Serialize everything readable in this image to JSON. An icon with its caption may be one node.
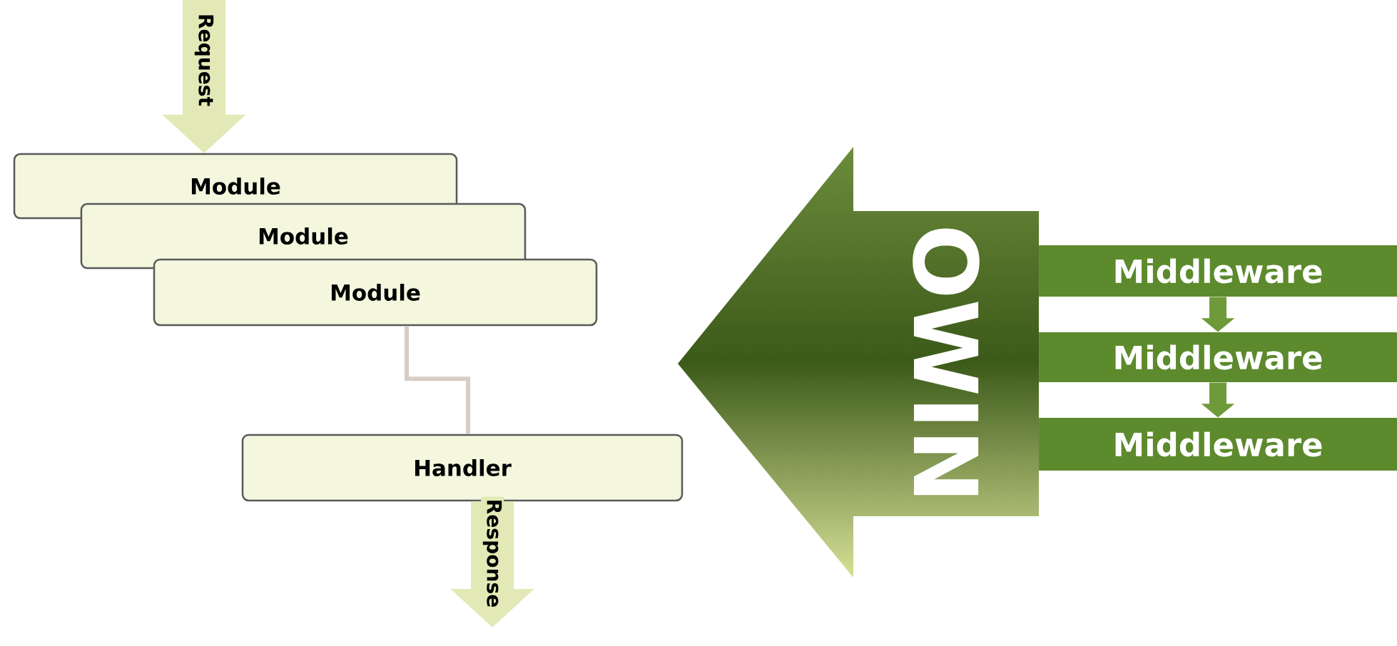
{
  "diagram": {
    "nodes": [
      {
        "text": [
          "Module"
        ]
      },
      {
        "text": [
          "Module"
        ]
      },
      {
        "text": [
          "Module"
        ]
      },
      {
        "text": [
          "Handler"
        ]
      },
      {
        "text": [
          "Middleware"
        ]
      },
      {
        "text": [
          "Middleware"
        ]
      },
      {
        "text": [
          "Middleware"
        ]
      },
      {
        "text": [
          "OWIN"
        ]
      }
    ],
    "edges": [
      {
        "from": null,
        "to": 0,
        "arrow": "to",
        "label": "Request",
        "style": "thick",
        "color": "#e2e9b6"
      },
      {
        "from": 2,
        "to": 3,
        "arrow": "none"
      },
      {
        "from": 3,
        "to": null,
        "arrow": "to",
        "label": "Response",
        "style": "thick",
        "color": "#e2e9b6"
      },
      {
        "from": 4,
        "to": 5,
        "arrow": "to",
        "color": "#6f9a3a"
      },
      {
        "from": 5,
        "to": 6,
        "arrow": "to",
        "color": "#6f9a3a"
      }
    ]
  }
}
